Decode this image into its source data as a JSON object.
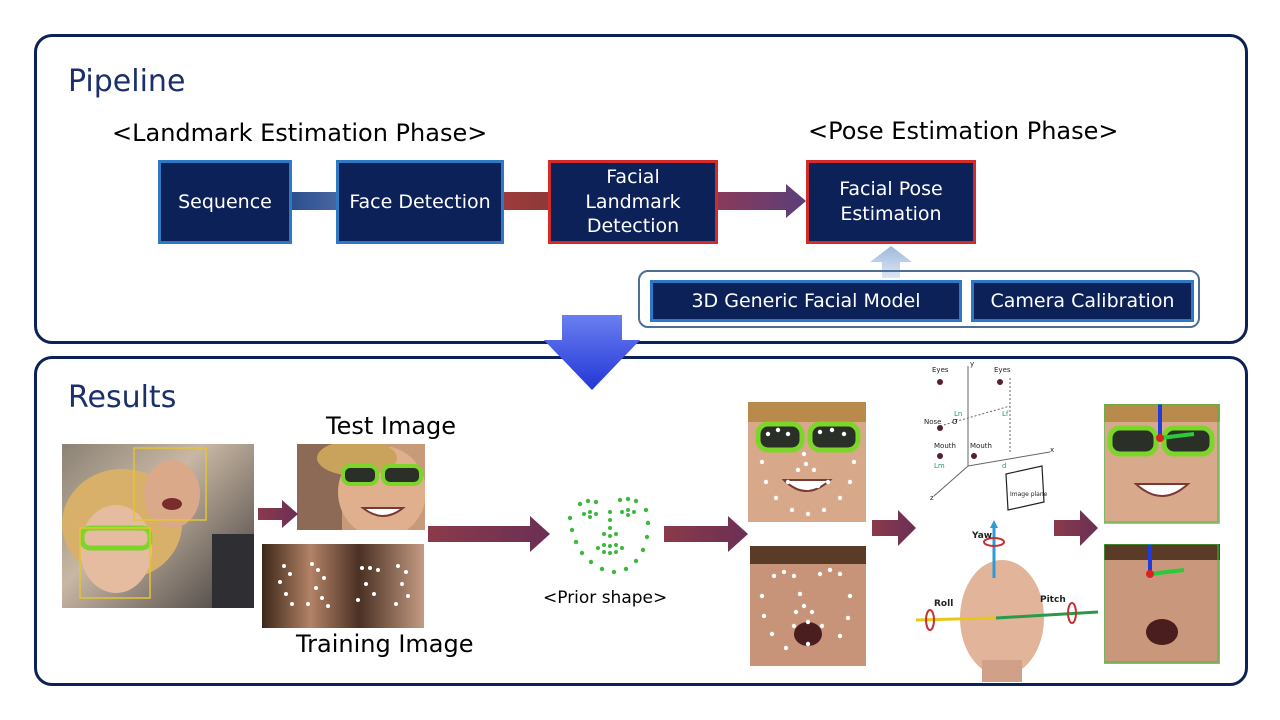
{
  "pipeline": {
    "title": "Pipeline",
    "phase_landmark": "<Landmark Estimation Phase>",
    "phase_pose": "<Pose Estimation Phase>",
    "steps": {
      "sequence": "Sequence",
      "face_detection": "Face Detection",
      "landmark_detection": "Facial Landmark Detection",
      "pose_estimation": "Facial Pose Estimation"
    },
    "inputs": {
      "generic_model": "3D Generic Facial Model",
      "camera_calibration": "Camera Calibration"
    }
  },
  "results": {
    "title": "Results",
    "test_image_label": "Test Image",
    "training_image_label": "Training Image",
    "prior_shape_label": "<Prior shape>",
    "axis_diagram": {
      "eyes_left": "Eyes",
      "eyes_right": "Eyes",
      "nose": "Nose",
      "mouth_left": "Mouth",
      "mouth_center": "Mouth",
      "ln": "Ln",
      "lf": "Lf",
      "lm": "Lm",
      "sigma": "σ",
      "d": "d",
      "y": "y",
      "x": "x",
      "z": "z",
      "image_plane": "Image plane"
    },
    "head_axes": {
      "yaw": "Yaw",
      "roll": "Roll",
      "pitch": "Pitch"
    }
  },
  "colors": {
    "panel_border": "#0d2159",
    "box_fill": "#0d2159",
    "box_border_blue": "#2f78c4",
    "box_border_red": "#d32a2a",
    "flow_arrow": "#7a2f4a",
    "down_arrow": "#3a4fe0",
    "landmark_dot": "#3cb83c",
    "glasses": "#7cd62a"
  }
}
